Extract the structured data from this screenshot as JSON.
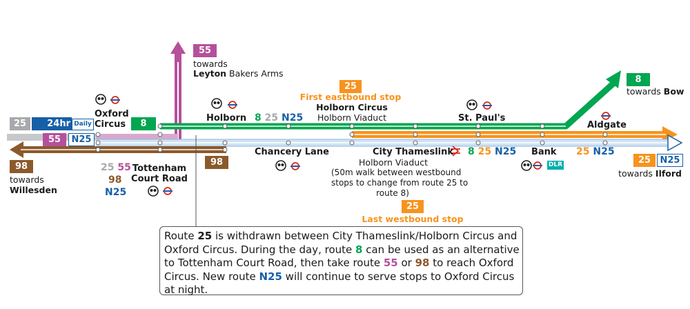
{
  "routes": {
    "r8": "8",
    "r25": "25",
    "r55": "55",
    "r98": "98",
    "rN25": "N25",
    "h24": "24hr",
    "daily": "Daily"
  },
  "destinations": {
    "towards": "towards",
    "leyton": "Leyton",
    "leyton_rest": "Bakers Arms",
    "bow": "Bow",
    "ilford": "Ilford",
    "willesden": "Willesden"
  },
  "stops": {
    "oxford": "Oxford",
    "circus": "Circus",
    "holborn": "Holborn",
    "holborn_circus": "Holborn Circus",
    "holborn_viaduct": "Holborn Viaduct",
    "st_pauls": "St. Paul's",
    "aldgate": "Aldgate",
    "chancery_lane": "Chancery Lane",
    "city_thameslink": "City Thameslink",
    "bank": "Bank",
    "tottenham": "Tottenham",
    "court_road": "Court Road",
    "dlr": "DLR"
  },
  "annotations": {
    "first_eastbound": "First eastbound stop",
    "last_westbound": "Last westbound stop",
    "walk_line1": "(50m walk between westbound",
    "walk_line2": "stops to change from route 25 to",
    "walk_line3": "route 8)"
  },
  "note": {
    "p1": "Route ",
    "p2": " is withdrawn between City Thameslink/Holborn Circus and Oxford Circus. During the day, route ",
    "p3": " can be used as an alternative to Tottenham Court Road, then take route ",
    "p4": " or ",
    "p5": " to reach Oxford Circus. New route ",
    "p6": " will continue to serve stops to Oxford Circus at night."
  },
  "colors": {
    "green": "#00a650",
    "orange": "#f7931d",
    "pink": "#b5509c",
    "brown": "#8b5a2b",
    "grey": "#a7a9ac",
    "blue": "#1660a8",
    "red": "#dc241f"
  },
  "icons": [
    "underground-roundel-icon",
    "national-rail-icon",
    "dlr-icon",
    "owl-night-bus-icon",
    "moon-icon"
  ]
}
